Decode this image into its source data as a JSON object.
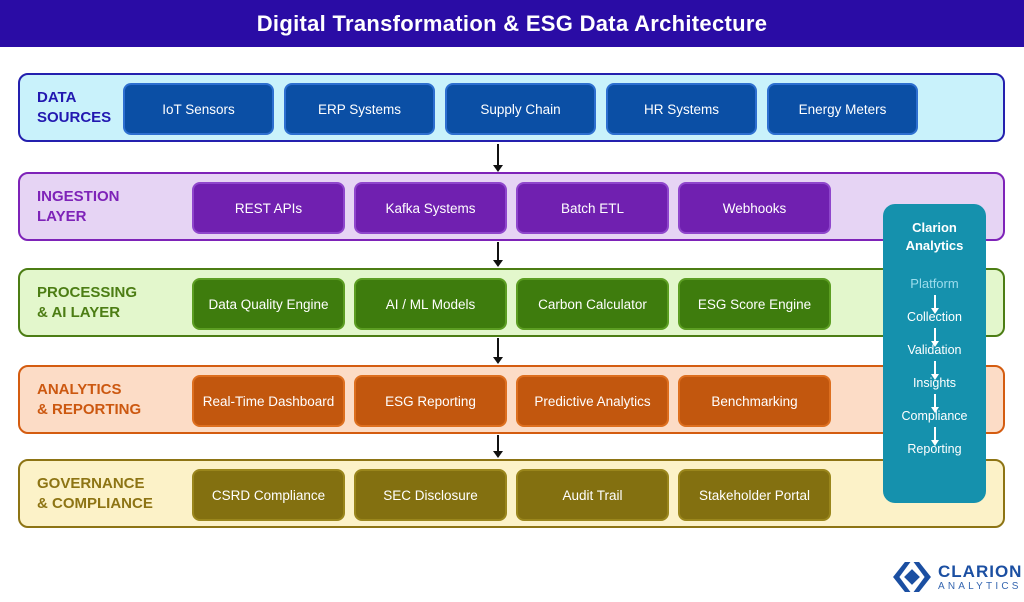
{
  "header": {
    "title": "Digital Transformation & ESG Data Architecture"
  },
  "layers": [
    {
      "label_line1": "DATA",
      "label_line2": "SOURCES",
      "boxes": [
        "IoT Sensors",
        "ERP Systems",
        "Supply Chain",
        "HR Systems",
        "Energy Meters"
      ]
    },
    {
      "label_line1": "INGESTION",
      "label_line2": "LAYER",
      "boxes": [
        "REST APIs",
        "Kafka Systems",
        "Batch ETL",
        "Webhooks"
      ]
    },
    {
      "label_line1": "PROCESSING",
      "label_line2": "& AI LAYER",
      "boxes": [
        "Data Quality Engine",
        "AI / ML Models",
        "Carbon Calculator",
        "ESG Score Engine"
      ]
    },
    {
      "label_line1": "ANALYTICS",
      "label_line2": "& REPORTING",
      "boxes": [
        "Real-Time Dashboard",
        "ESG Reporting",
        "Predictive Analytics",
        "Benchmarking"
      ]
    },
    {
      "label_line1": "GOVERNANCE",
      "label_line2": "& COMPLIANCE",
      "boxes": [
        "CSRD Compliance",
        "SEC Disclosure",
        "Audit Trail",
        "Stakeholder Portal"
      ]
    }
  ],
  "platform_panel": {
    "title_line1": "Clarion",
    "title_line2": "Analytics",
    "subtitle": "Platform",
    "steps": [
      "Collection",
      "Validation",
      "Insights",
      "Compliance",
      "Reporting"
    ]
  },
  "footer_logo": {
    "brand": "CLARION",
    "subtitle": "ANALYTICS"
  },
  "colors": {
    "header_bg": "#2a0ca5",
    "data_sources": {
      "bg": "#c9f2fb",
      "border": "#2420ae",
      "box": "#0b4fa5"
    },
    "ingestion": {
      "bg": "#e6d4f4",
      "border": "#7e23b8",
      "box": "#7020b0"
    },
    "processing": {
      "bg": "#e3f7cc",
      "border": "#4c7d14",
      "box": "#3e7c0d"
    },
    "analytics": {
      "bg": "#fcdcc6",
      "border": "#d45c10",
      "box": "#c2570e"
    },
    "governance": {
      "bg": "#fcf2c8",
      "border": "#8d7414",
      "box": "#837010"
    },
    "platform_panel_bg": "#1591ad",
    "platform_subtitle_text": "#9cdcec",
    "arrow_black": "#111111",
    "logo_blue": "#1b4fa2"
  }
}
